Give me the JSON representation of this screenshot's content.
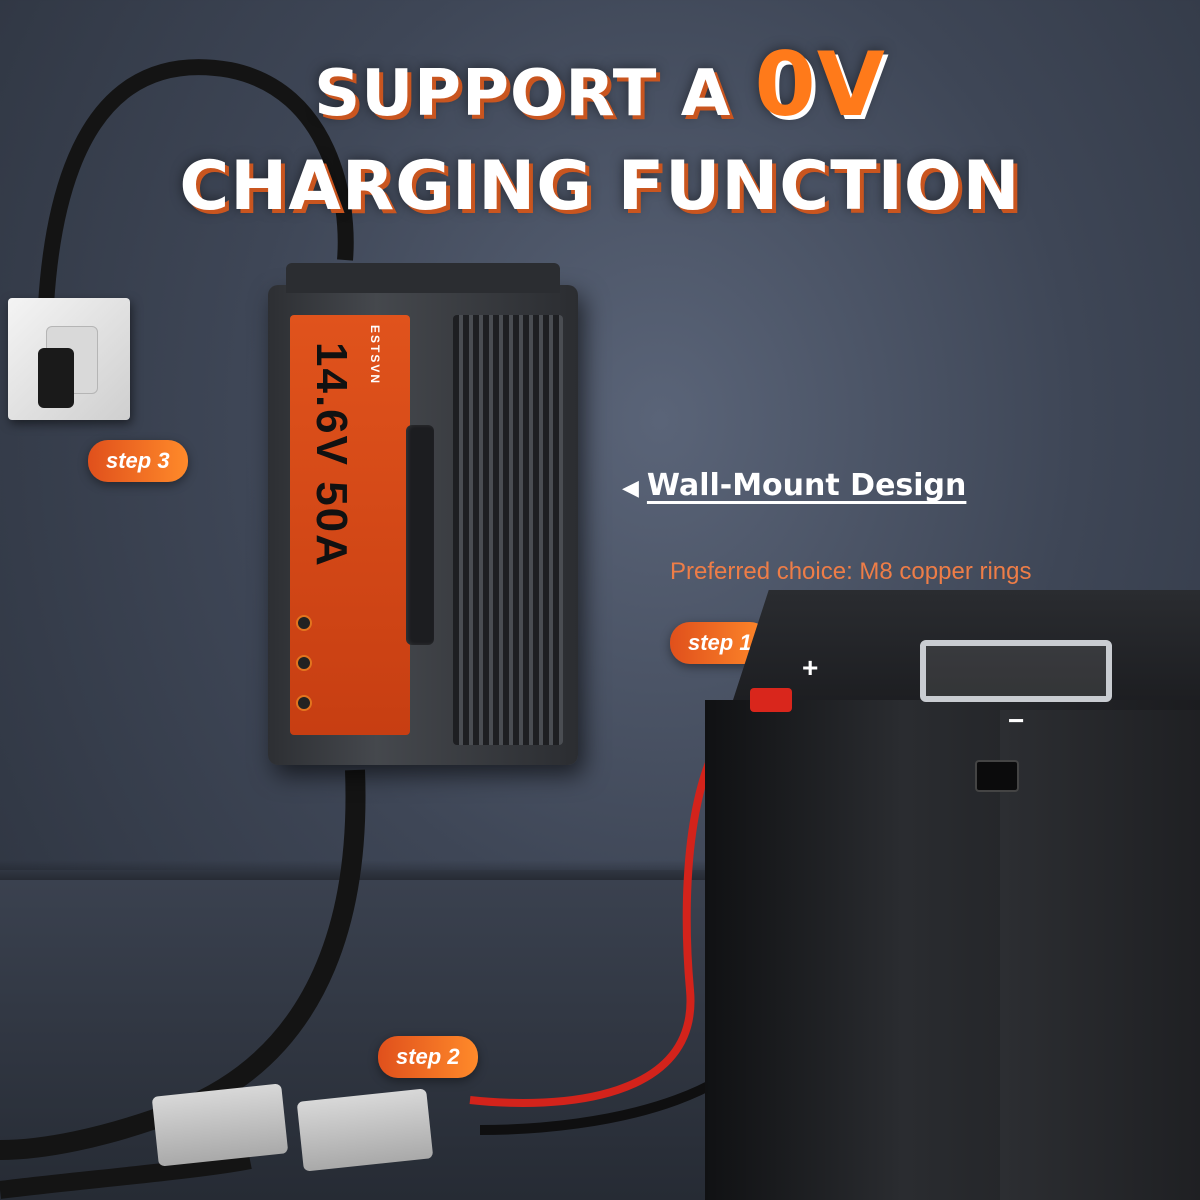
{
  "headline": {
    "line1_prefix": "SUPPORT A ",
    "line1_accent": "0V",
    "line2": "CHARGING FUNCTION"
  },
  "steps": {
    "step1": "step 1",
    "step2": "step 2",
    "step3": "step 3"
  },
  "charger": {
    "model": "14.6V 50A",
    "brand": "ESTSVN"
  },
  "callouts": {
    "wall_mount": "Wall-Mount Design",
    "preferred": "Preferred choice: M8 copper rings"
  },
  "battery": {
    "positive": "+",
    "negative": "−"
  },
  "colors": {
    "accent_orange": "#ff7a1a",
    "panel_orange": "#e0531c",
    "positive_red": "#d9261c"
  }
}
